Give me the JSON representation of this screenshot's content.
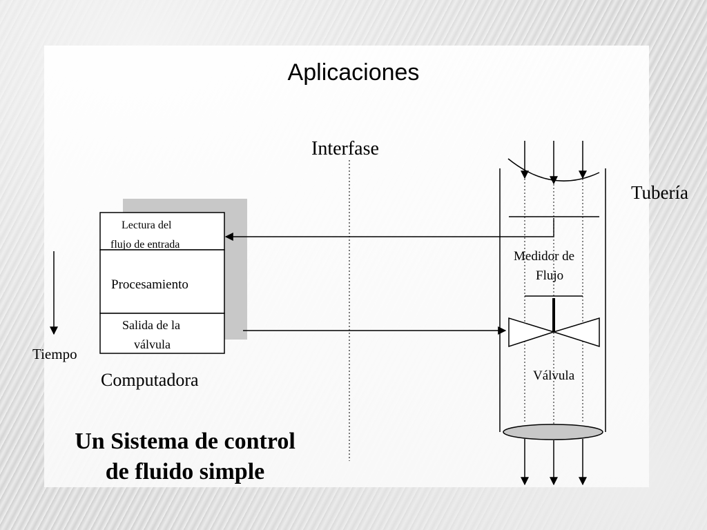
{
  "slide": {
    "title": "Aplicaciones",
    "caption_line1": "Un Sistema de control",
    "caption_line2": "de fluido simple"
  },
  "diagram": {
    "interface_label": "Interfase",
    "time_label": "Tiempo",
    "computer_label": "Computadora",
    "computer_blocks": {
      "read_line1": "Lectura del",
      "read_line2": "flujo de entrada",
      "processing": "Procesamiento",
      "output_line1": "Salida de la",
      "output_line2": "válvula"
    },
    "pipe_label": "Tubería",
    "flowmeter_line1": "Medidor de",
    "flowmeter_line2": "Flujo",
    "valve_label": "Válvula"
  },
  "colors": {
    "ink": "#000000",
    "block_shadow": "#c8c8c8",
    "pipe_bottom": "#c8c8c8"
  }
}
